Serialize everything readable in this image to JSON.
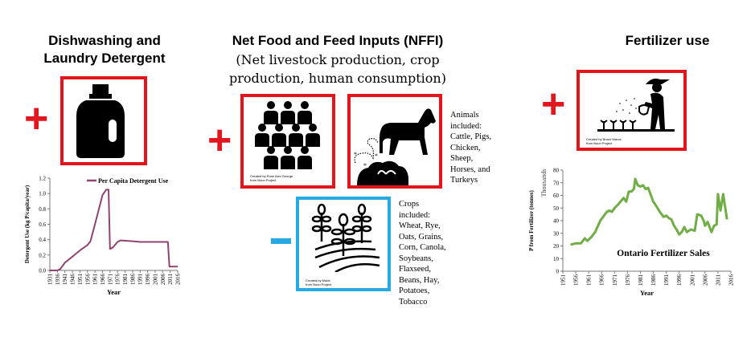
{
  "sections": {
    "detergent": {
      "title_line1": "Dishwashing and",
      "title_line2": "Laundry Detergent",
      "sign": "+",
      "icon": "detergent-bottle-icon"
    },
    "nffi": {
      "title": "Net Food and Feed Inputs (NFFI)",
      "subtitle_line1": "(Net livestock production, crop",
      "subtitle_line2": "production, human consumption)",
      "people_sign": "+",
      "people_icon": "people-group-icon",
      "people_credit_1": "Created by Rose Alex George",
      "people_credit_2": "from Noun Project",
      "animals_icon": "horse-manure-icon",
      "animals_note": [
        "Animals",
        "included:",
        "Cattle, Pigs,",
        "Chicken,",
        "Sheep,",
        "Horses, and",
        "Turkeys"
      ],
      "crops_sign": "-",
      "crops_icon": "crops-field-icon",
      "crops_credit_1": "Created by Made",
      "crops_credit_2": "from Noun Project",
      "crops_note": [
        "Crops",
        "included:",
        "Wheat, Rye,",
        "Oats, Grains,",
        "Corn, Canola,",
        "Soybeans,",
        "Flaxseed,",
        "Beans, Hay,",
        "Potatoes,",
        "Tobacco"
      ]
    },
    "fertilizer": {
      "title": "Fertilizer use",
      "sign": "+",
      "icon": "farmer-fertilizing-icon",
      "credit_1": "Created by Brand Marca",
      "credit_2": "from Noun Project"
    }
  },
  "colors": {
    "plus": "#e3141b",
    "minus": "#27a9e1",
    "detergent_line": "#8f4470",
    "fertilizer_line": "#70ad47"
  },
  "chart_data": [
    {
      "type": "line",
      "title": "",
      "legend": "Per Capita Detergent Use",
      "legend_position": "top-right",
      "xlabel": "Year",
      "ylabel": "Detergent Use (kg P/capita/year)",
      "xlim": [
        1931,
        2016
      ],
      "ylim": [
        0,
        1.2
      ],
      "xticks": [
        "1931",
        "1936",
        "1941",
        "1946",
        "1951",
        "1956",
        "1961",
        "1966",
        "1971",
        "1976",
        "1981",
        "1986",
        "1991",
        "1996",
        "2001",
        "2006",
        "2011",
        "2016"
      ],
      "yticks": [
        "0.0",
        "0.2",
        "0.4",
        "0.6",
        "0.8",
        "1.0",
        "1.2"
      ],
      "x": [
        1931,
        1936,
        1938,
        1941,
        1946,
        1951,
        1956,
        1958,
        1961,
        1966,
        1968.5,
        1970,
        1971,
        1973,
        1976,
        1978,
        1986,
        1991,
        2009.5,
        2010.5,
        2016
      ],
      "y": [
        0,
        0,
        0.02,
        0.1,
        0.18,
        0.26,
        0.33,
        0.38,
        0.6,
        0.98,
        1.05,
        1.05,
        0.28,
        0.3,
        0.37,
        0.39,
        0.38,
        0.37,
        0.37,
        0.05,
        0.05
      ]
    },
    {
      "type": "line",
      "title": "Ontario Fertilizer Sales",
      "xlabel": "Year",
      "ylabel": "P from Fertilizer (tonnes)",
      "yunit": "Thousands",
      "xlim": [
        1951,
        2016
      ],
      "ylim": [
        0,
        80
      ],
      "xticks": [
        "1951",
        "1956",
        "1961",
        "1966",
        "1971",
        "1976",
        "1981",
        "1986",
        "1991",
        "1996",
        "2001",
        "2006",
        "2011",
        "2016"
      ],
      "yticks": [
        "0",
        "10",
        "20",
        "30",
        "40",
        "50",
        "60",
        "70",
        "80"
      ],
      "x": [
        1954,
        1956,
        1958,
        1959.5,
        1960.5,
        1962,
        1963.5,
        1965.5,
        1968,
        1969,
        1970,
        1971,
        1972.5,
        1974.5,
        1975.5,
        1976.5,
        1977.5,
        1978.5,
        1979,
        1980,
        1981,
        1982,
        1983,
        1984,
        1986,
        1987,
        1988.5,
        1990,
        1991,
        1992,
        1993,
        1994,
        1995,
        1996,
        1997,
        1998,
        1999,
        2000.5,
        2002,
        2003,
        2004.5,
        2005.5,
        2006,
        2007,
        2008.5,
        2009.5,
        2010.5,
        2011,
        2012,
        2013,
        2014.5
      ],
      "y": [
        21,
        22,
        22,
        26,
        24,
        27,
        31,
        40,
        47,
        48,
        47,
        50,
        53,
        58,
        55,
        63,
        63,
        65,
        73,
        68,
        67,
        68,
        65,
        66,
        55,
        52,
        47,
        43,
        44,
        42,
        41,
        36,
        33,
        29,
        31,
        35,
        31,
        33,
        32,
        45,
        44,
        40,
        36,
        39,
        31,
        36,
        37,
        61,
        48,
        61,
        41
      ]
    }
  ]
}
